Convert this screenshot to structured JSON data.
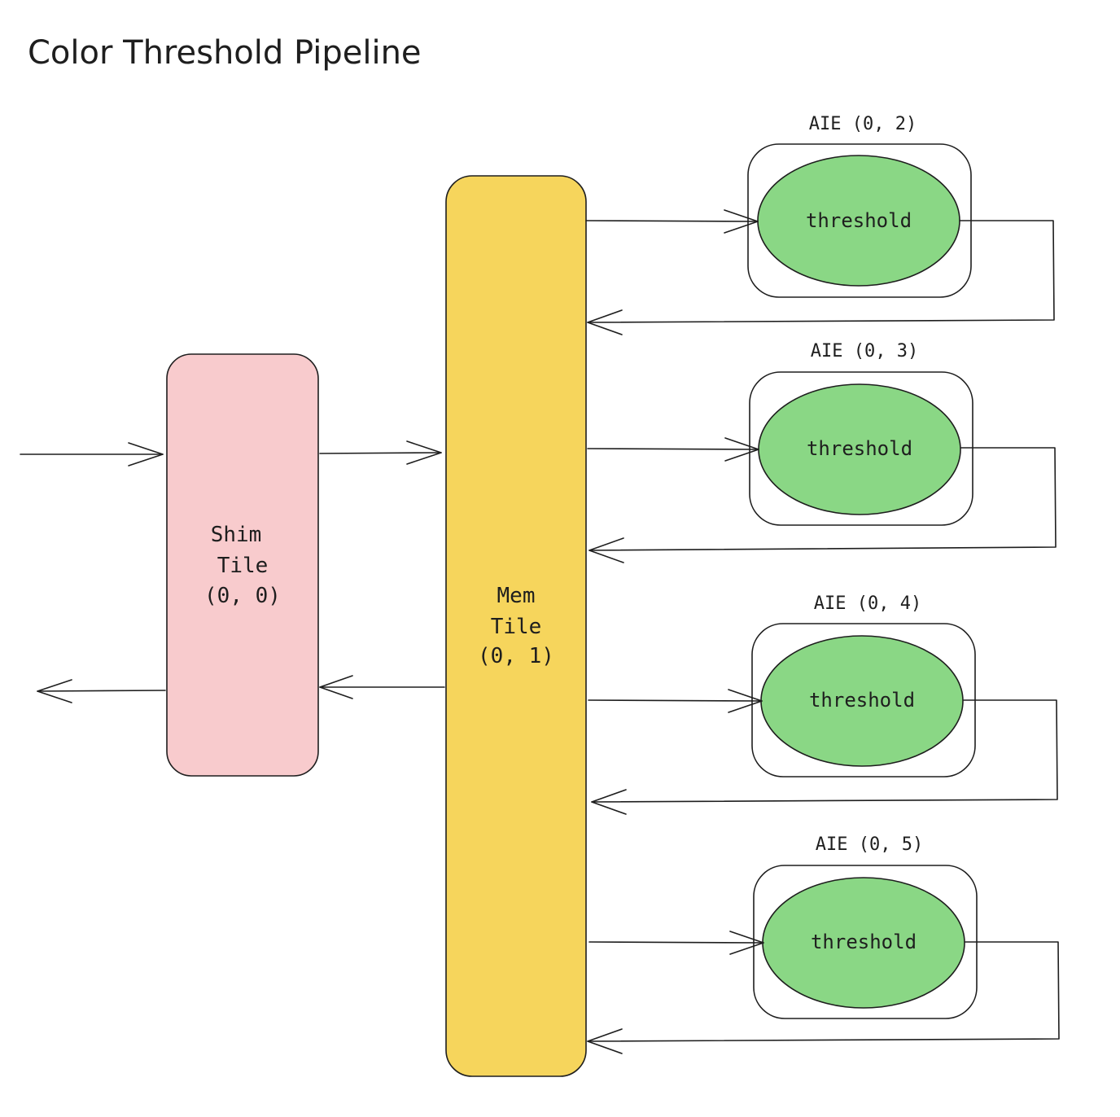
{
  "title": "Color Threshold Pipeline",
  "shim_tile": {
    "lines": [
      "Shim",
      "Tile",
      "(0, 0)"
    ],
    "color": "#f8cbcd"
  },
  "mem_tile": {
    "lines": [
      "Mem",
      "Tile",
      "(0, 1)"
    ],
    "color": "#f6d55c"
  },
  "compute_tiles": [
    {
      "label": "AIE (0, 2)",
      "kernel": "threshold"
    },
    {
      "label": "AIE (0, 3)",
      "kernel": "threshold"
    },
    {
      "label": "AIE (0, 4)",
      "kernel": "threshold"
    },
    {
      "label": "AIE (0, 5)",
      "kernel": "threshold"
    }
  ],
  "kernel_color": "#8ad785",
  "stroke_color": "#1e1e1e"
}
